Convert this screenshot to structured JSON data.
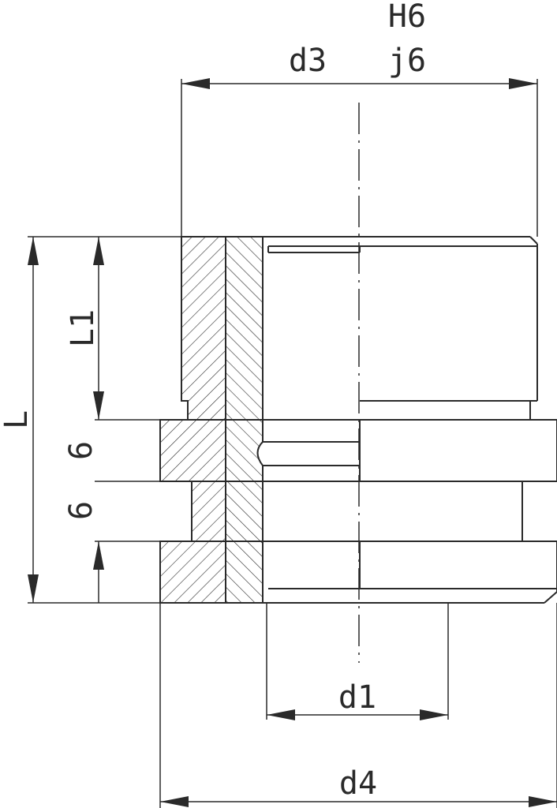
{
  "labels": {
    "tolerance_upper": "H6",
    "tolerance_lower": "j6",
    "d3": "d3",
    "L": "L",
    "L1": "L1",
    "step_upper": "6",
    "step_lower": "6",
    "d1": "d1",
    "d4": "d4"
  },
  "colors": {
    "line": "#2a2a2a",
    "background": "#ffffff"
  }
}
